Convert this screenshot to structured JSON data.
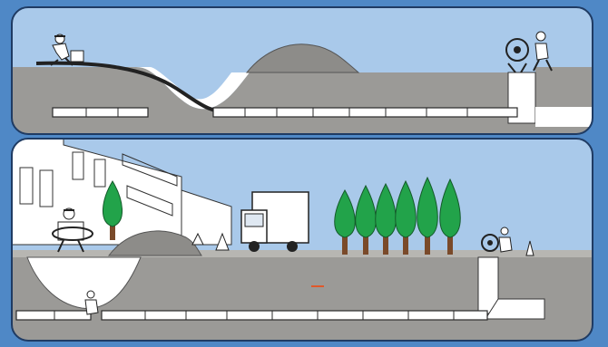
{
  "colors": {
    "frame_blue": "#4f88c6",
    "sky": "#a9c9ea",
    "ground": "#9b9a97",
    "ground_dark": "#7d7c79",
    "pit": "#ffffff",
    "pipe": "#ffffff",
    "pipe_outline": "#2a2a2a",
    "hose": "#222222",
    "tree": "#22a34a",
    "trunk": "#7a4a2a",
    "building": "#ffffff",
    "truck": "#ffffff",
    "marker": "#e0582a"
  },
  "panels": [
    {
      "name": "open-cut-installation",
      "elements": [
        "worker-feeding-pipe",
        "exit-trench",
        "soil-mound",
        "pipe-string",
        "winch-worker",
        "receiving-pit"
      ]
    },
    {
      "name": "trenchless-under-street",
      "elements": [
        "buildings",
        "tree",
        "worker-with-coil",
        "soil-pile",
        "traffic-cones",
        "delivery-truck",
        "tree-row",
        "winch-worker",
        "entry-pit",
        "pipe-string",
        "receiving-pit"
      ]
    }
  ]
}
